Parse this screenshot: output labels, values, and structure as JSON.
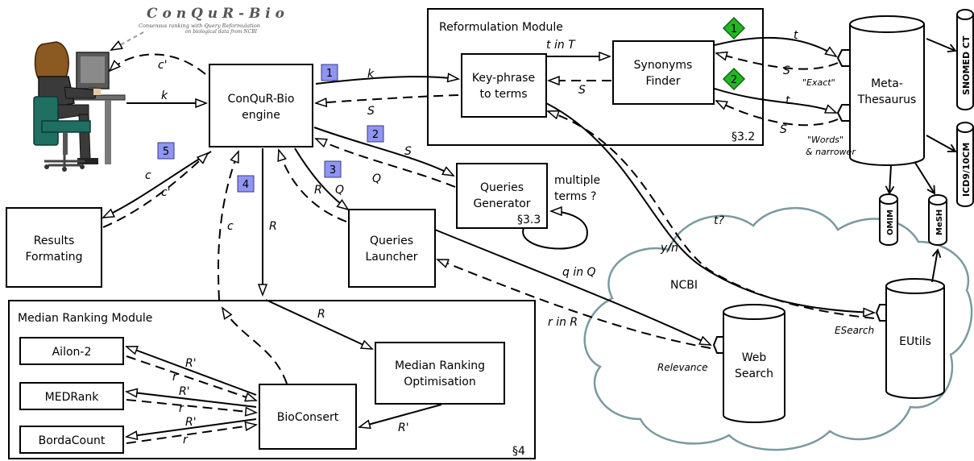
{
  "logo": {
    "title": "C o n Q u R - B i o",
    "line1": "Consensus ranking with Query Reformulation",
    "line2": "on biological data from NCBI"
  },
  "modules": {
    "reformulation": {
      "title": "Reformulation Module",
      "section": "§3.2"
    },
    "median_ranking": {
      "title": "Median Ranking Module",
      "section": "§4"
    }
  },
  "boxes": {
    "engine": [
      "ConQuR-Bio",
      "engine"
    ],
    "keyphrase": [
      "Key-phrase",
      "to terms"
    ],
    "synonyms": [
      "Synonyms",
      "Finder"
    ],
    "queries_generator": [
      "Queries",
      "Generator"
    ],
    "qg_section": "§3.3",
    "queries_launcher": [
      "Queries",
      "Launcher"
    ],
    "results_formating": [
      "Results",
      "Formating"
    ],
    "median_opt": [
      "Median Ranking",
      "Optimisation"
    ],
    "bioconsert": "BioConsert",
    "ailon": "Ailon-2",
    "medrank": "MEDRank",
    "bordacount": "BordaCount"
  },
  "databases": {
    "metathesaurus": [
      "Meta-",
      "Thesaurus"
    ],
    "websearch": [
      "Web",
      "Search"
    ],
    "eutils": "EUtils",
    "snomed": "SNOMED CT",
    "icd": "ICD9/10CM",
    "omim": "OMIM",
    "mesh": "MeSH"
  },
  "cloud_label": "NCBI",
  "badges": [
    "1",
    "2",
    "3",
    "4",
    "5"
  ],
  "diamonds": [
    "1",
    "2"
  ],
  "labels": {
    "c_prime": "c'",
    "k": "k",
    "S": "S",
    "Q": "Q",
    "R": "R",
    "c": "c",
    "t_in_T": "t in T",
    "t": "t",
    "exact": "\"Exact\"",
    "words": "\"Words\"",
    "narrower": "& narrower",
    "multiple": "multiple",
    "terms": "terms ?",
    "t_q": "t?",
    "y_n": "y/n",
    "q_in_Q": "q in Q",
    "r_in_R": "r in R",
    "relevance": "Relevance",
    "esearch": "ESearch",
    "R_prime": "R'",
    "r": "r"
  }
}
